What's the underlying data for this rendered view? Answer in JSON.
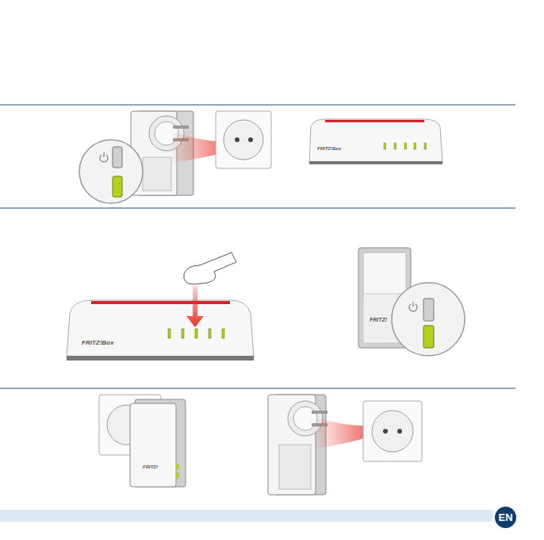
{
  "diagram": {
    "nodes": [
      {
        "text": [
          "EN"
        ]
      }
    ],
    "labels": [
      "FRITZ!Box",
      "FRITZ!Box",
      "FRITZ!",
      "FRITZ!"
    ]
  }
}
